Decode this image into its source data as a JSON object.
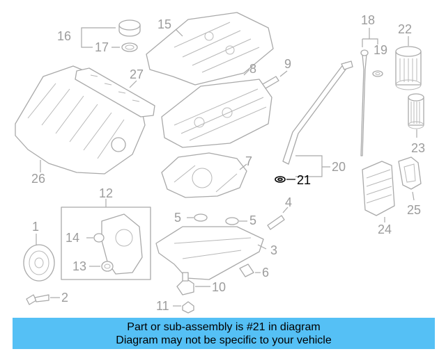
{
  "callouts": {
    "c1": "1",
    "c2": "2",
    "c3": "3",
    "c4": "4",
    "c5a": "5",
    "c5b": "5",
    "c6": "6",
    "c7": "7",
    "c8": "8",
    "c9": "9",
    "c10": "10",
    "c11": "11",
    "c12": "12",
    "c13": "13",
    "c14": "14",
    "c15": "15",
    "c16": "16",
    "c17": "17",
    "c18": "18",
    "c19": "19",
    "c20": "20",
    "c21": "21",
    "c22": "22",
    "c23": "23",
    "c24": "24",
    "c25": "25",
    "c26": "26",
    "c27": "27"
  },
  "highlight": {
    "part_number": "21",
    "color": "#000000"
  },
  "banner": {
    "line1": "Part or sub-assembly is #21 in diagram",
    "line2": "Diagram may not be specific to your vehicle",
    "background": "#55c0f5"
  }
}
